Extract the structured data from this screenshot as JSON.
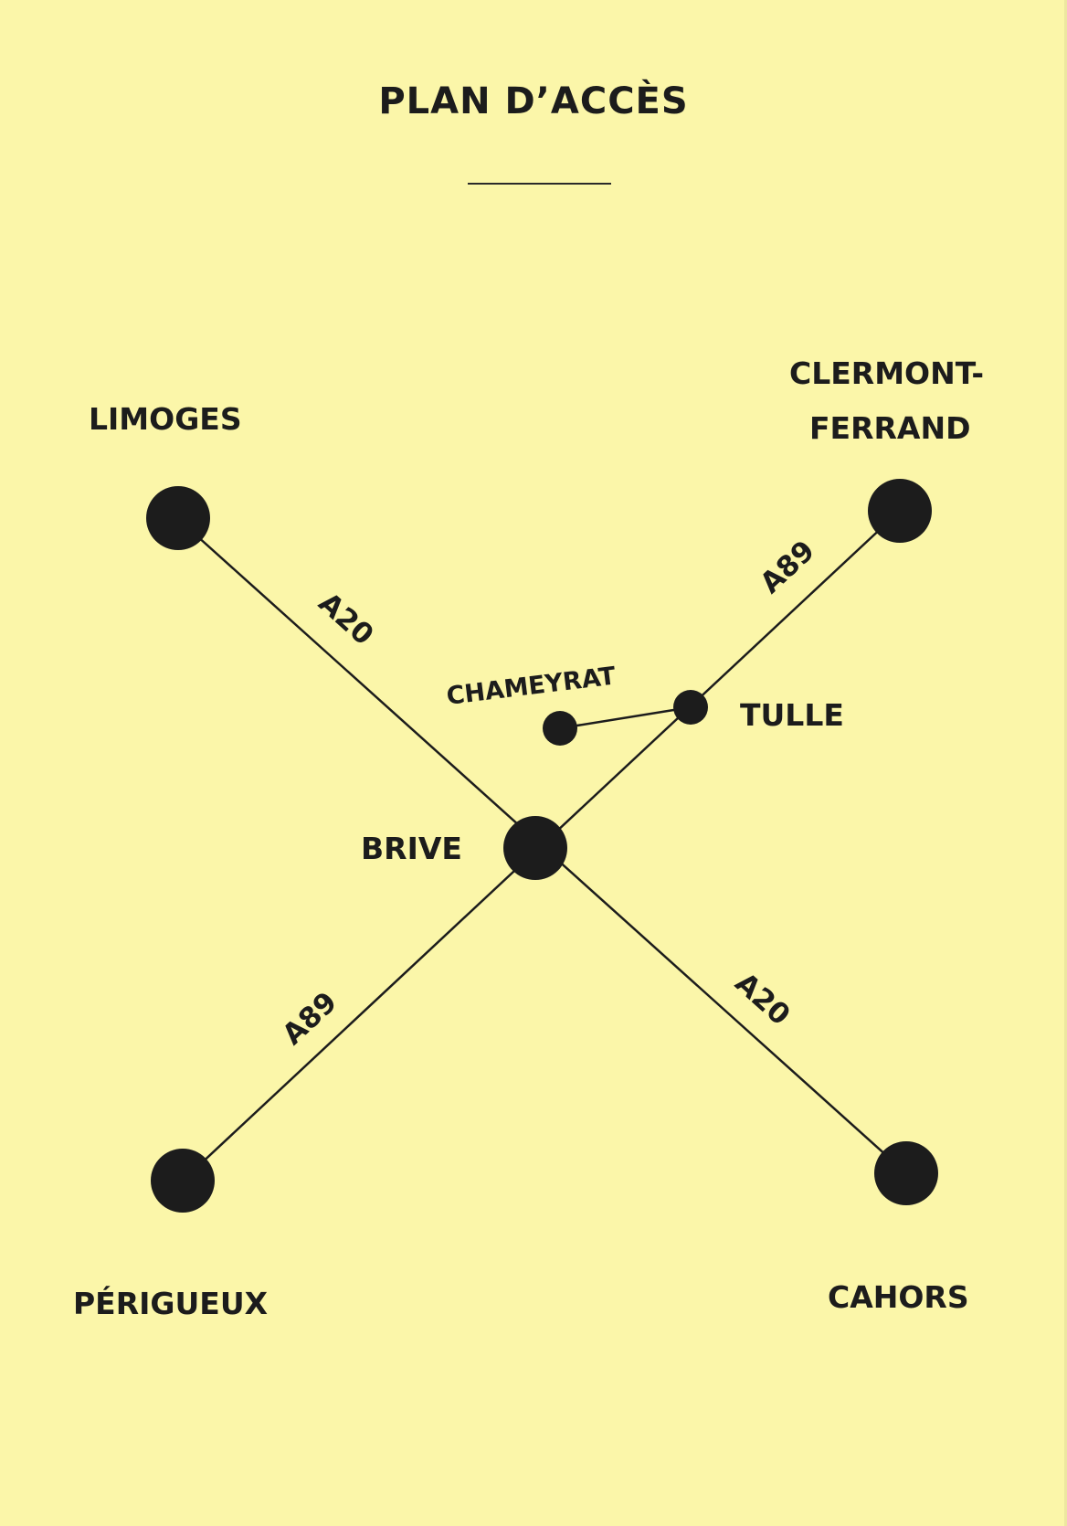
{
  "title": "PLAN D’ACCÈS",
  "colors": {
    "paper": "#fbf6a9",
    "ink": "#1c1c1c"
  },
  "cities": {
    "limoges": "LIMOGES",
    "clermont_line1": "CLERMONT-",
    "clermont_line2": "FERRAND",
    "brive": "BRIVE",
    "tulle": "TULLE",
    "chameyrat": "CHAMEYRAT",
    "perigueux": "PÉRIGUEUX",
    "cahors": "CAHORS"
  },
  "roads": {
    "a20_north": "A20",
    "a89_east": "A89",
    "a89_west": "A89",
    "a20_south": "A20"
  }
}
